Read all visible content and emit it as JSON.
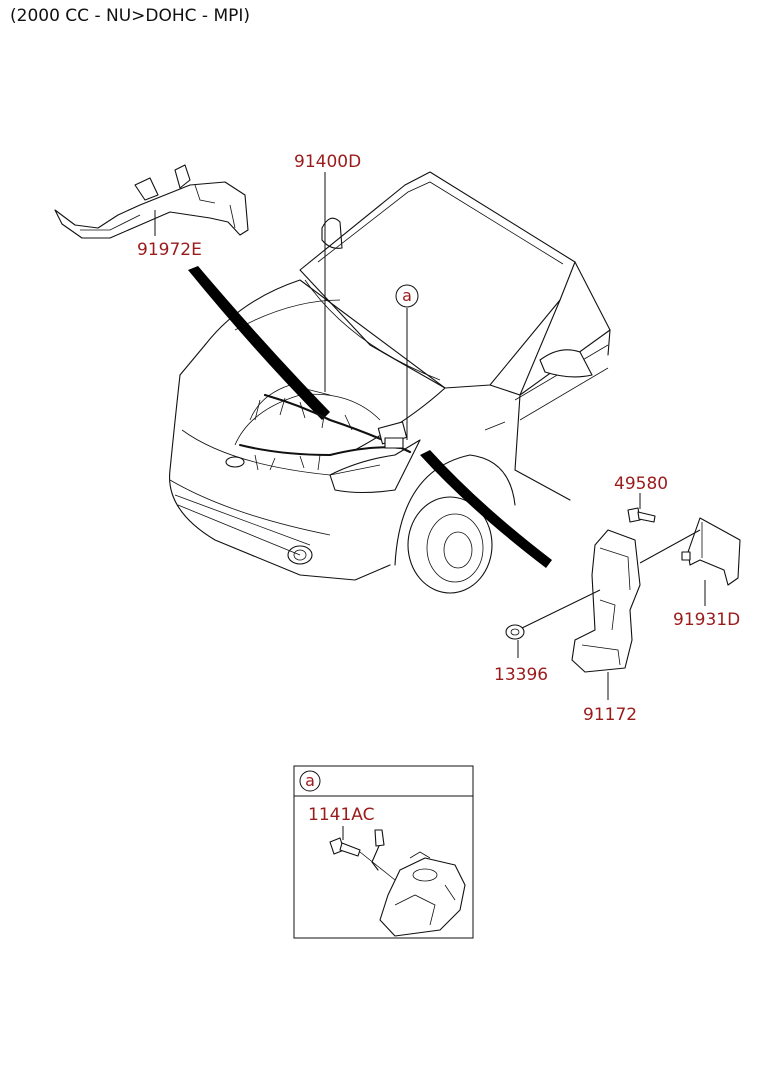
{
  "header": {
    "engine_spec": "(2000 CC - NU>DOHC - MPI)"
  },
  "callouts": {
    "main_harness": "91400D",
    "harness_bracket": "91972E",
    "detail_ref": "a",
    "bolt_49580": "49580",
    "bracket_91931D": "91931D",
    "nut_13396": "13396",
    "cover_91172": "91172"
  },
  "detail": {
    "ref_letter": "a",
    "bolt_label": "1141AC"
  }
}
